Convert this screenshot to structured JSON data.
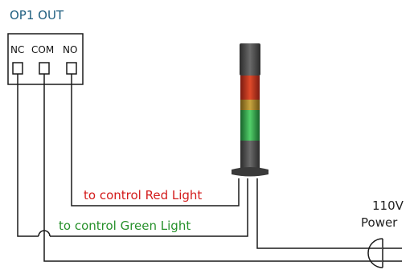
{
  "relay": {
    "title": "OP1 OUT",
    "terminals": [
      "NC",
      "COM",
      "NO"
    ]
  },
  "labels": {
    "red_line": "to control Red Light",
    "green_line": "to control Green Light",
    "power_voltage": "110V",
    "power_word": "Power"
  },
  "colors": {
    "wire": "#1a1a1a",
    "title_text": "#1f5f80",
    "red_text": "#d31b1b",
    "green_text": "#27912b",
    "power_text": "#222222",
    "red_lamp": "#c8321e",
    "green_lamp": "#2fa24a",
    "tower_body": "#4f4f4f"
  }
}
